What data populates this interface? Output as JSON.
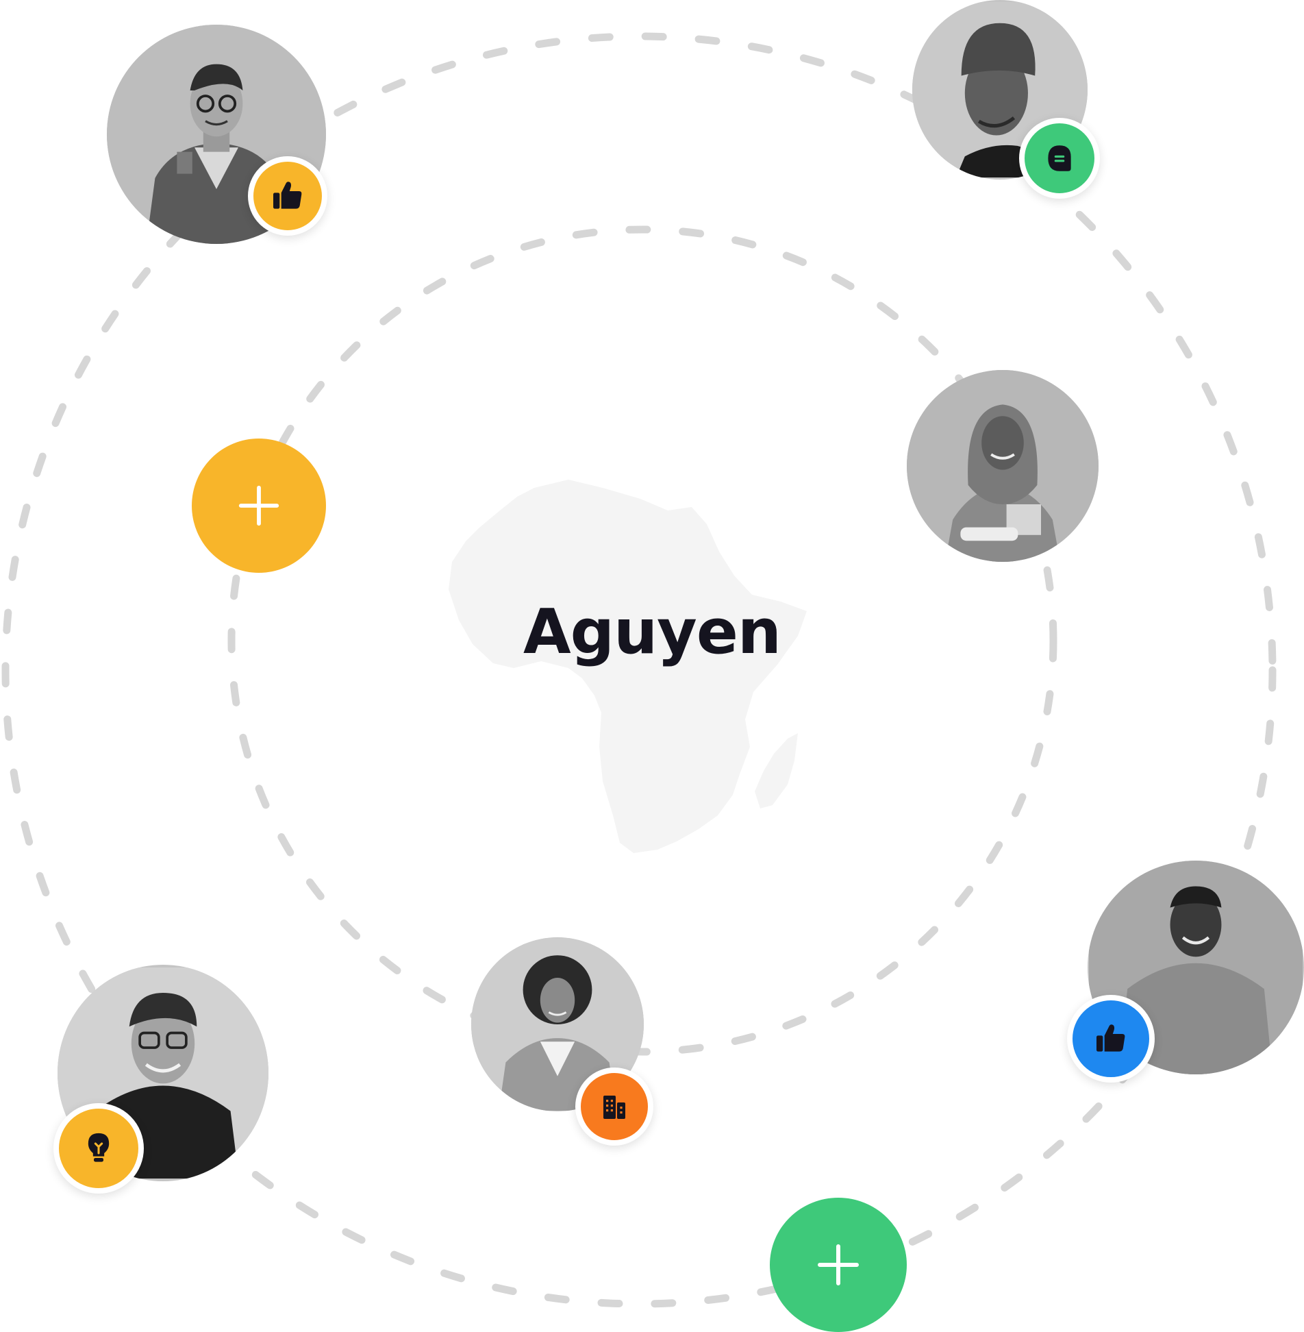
{
  "brand": {
    "name": "Aguyen"
  },
  "colors": {
    "yellow": "#f8b52a",
    "green": "#3ec97a",
    "blue": "#1e88f0",
    "orange": "#f87a1e",
    "ring": "#d6d6d6",
    "map": "#f4f4f4",
    "text": "#15141f"
  },
  "people": [
    {
      "id": "student-glasses",
      "badge_icon": "thumbs-up-icon",
      "badge_color": "yellow"
    },
    {
      "id": "man-beanie",
      "badge_icon": "chat-bubble-icon",
      "badge_color": "green"
    },
    {
      "id": "woman-hijab",
      "badge_icon": null,
      "badge_color": null
    },
    {
      "id": "man-beard",
      "badge_icon": "thumbs-up-icon",
      "badge_color": "blue"
    },
    {
      "id": "woman-curly-hair",
      "badge_icon": "buildings-icon",
      "badge_color": "orange"
    },
    {
      "id": "man-glasses",
      "badge_icon": "lightbulb-icon",
      "badge_color": "yellow"
    }
  ],
  "actions": [
    {
      "id": "add-yellow",
      "icon": "plus-icon",
      "color": "yellow"
    },
    {
      "id": "add-green",
      "icon": "plus-icon",
      "color": "green"
    }
  ]
}
